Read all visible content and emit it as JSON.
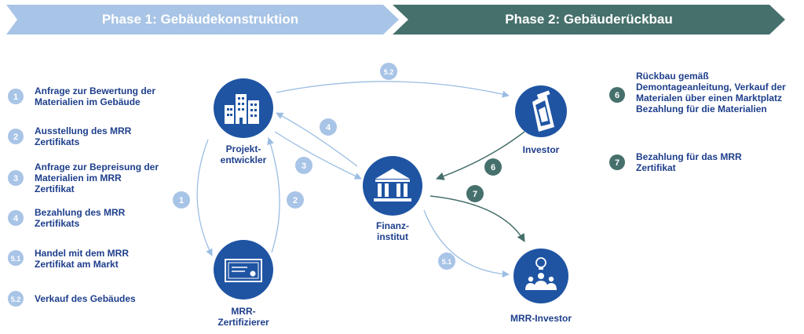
{
  "phases": {
    "phase1": {
      "label": "Phase 1: Gebäudekonstruktion",
      "color": "#a8c4e6"
    },
    "phase2": {
      "label": "Phase 2: Gebäuderückbau",
      "color": "#46706c"
    }
  },
  "colors": {
    "node_blue": "#1f54a3",
    "text_blue": "#1e3f8c",
    "badge_light": "#a8c4e6",
    "badge_dark": "#46706c",
    "arrow_light": "#9bbde3",
    "arrow_dark": "#46706c"
  },
  "steps_left": [
    {
      "num": "1",
      "text": "Anfrage zur Bewertung der\nMaterialien im Gebäude"
    },
    {
      "num": "2",
      "text": "Ausstellung des MRR\nZertifikats"
    },
    {
      "num": "3",
      "text": "Anfrage zur Bepreisung der\nMaterialien im MRR\nZertifikat"
    },
    {
      "num": "4",
      "text": "Bezahlung des MRR\nZertifikats"
    },
    {
      "num": "5.1",
      "text": "Handel mit dem MRR\nZertifikat am Markt"
    },
    {
      "num": "5.2",
      "text": "Verkauf des Gebäudes"
    }
  ],
  "steps_right": [
    {
      "num": "6",
      "text": "Rückbau gemäß\nDemontageanleitung, Verkauf der\nMaterialen über einen Marktplatz\nBezahlung für die Materialien"
    },
    {
      "num": "7",
      "text": "Bezahlung für das MRR\nZertifikat"
    }
  ],
  "nodes": {
    "developer": {
      "label": "Projekt-\nentwickler",
      "icon": "buildings-icon"
    },
    "certifier": {
      "label": "MRR-\nZertifizierer",
      "icon": "certificate-icon"
    },
    "bank": {
      "label": "Finanz-\ninstitut",
      "icon": "bank-icon"
    },
    "investor": {
      "label": "Investor",
      "icon": "building-tower-icon"
    },
    "mrr_investor": {
      "label": "MRR-Investor",
      "icon": "people-idea-icon"
    }
  },
  "flow_badges": {
    "b1": "1",
    "b2": "2",
    "b3": "3",
    "b4": "4",
    "b51": "5.1",
    "b52": "5.2",
    "b6": "6",
    "b7": "7"
  }
}
